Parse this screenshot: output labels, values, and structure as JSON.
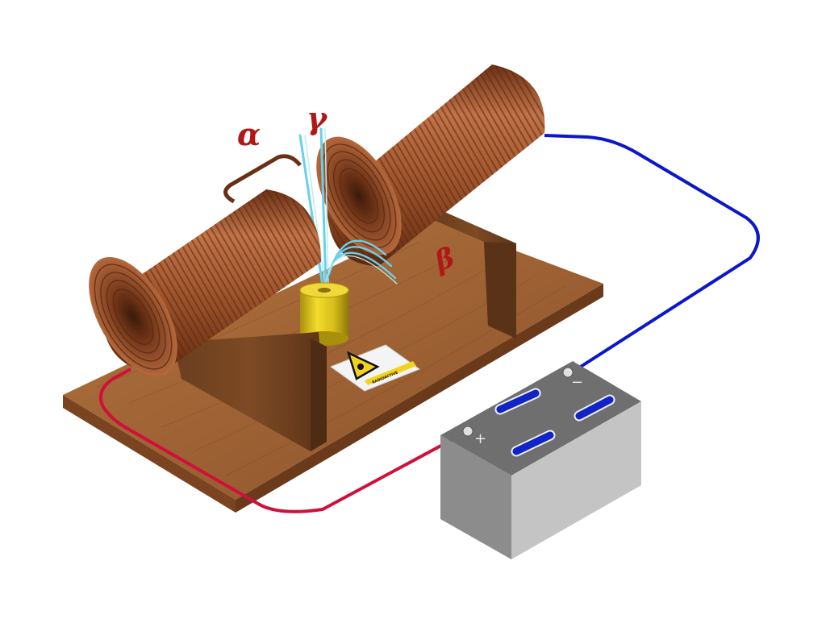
{
  "labels": {
    "alpha": "α",
    "gamma": "γ",
    "beta": "β"
  },
  "battery": {
    "positive_mark": "+",
    "negative_mark": "−"
  },
  "warning_sign": {
    "text": "RADIOACTIVE"
  },
  "colors": {
    "board_wood": "#a0643a",
    "board_edge": "#6f3f1f",
    "coil_copper": "#b4683c",
    "coil_dark": "#6a3015",
    "cylinder_gold": "#e0c41c",
    "positive_wire": "#d0103a",
    "negative_wire": "#0c18c8",
    "battery_top": "#6f6f6f",
    "battery_front": "#9a9a9a",
    "battery_side": "#c4c4c4",
    "battery_stripe": "#1024c8",
    "ray_color": "#7ad8ee",
    "label_color": "#b01818",
    "warning_yellow": "#f2d21a"
  }
}
